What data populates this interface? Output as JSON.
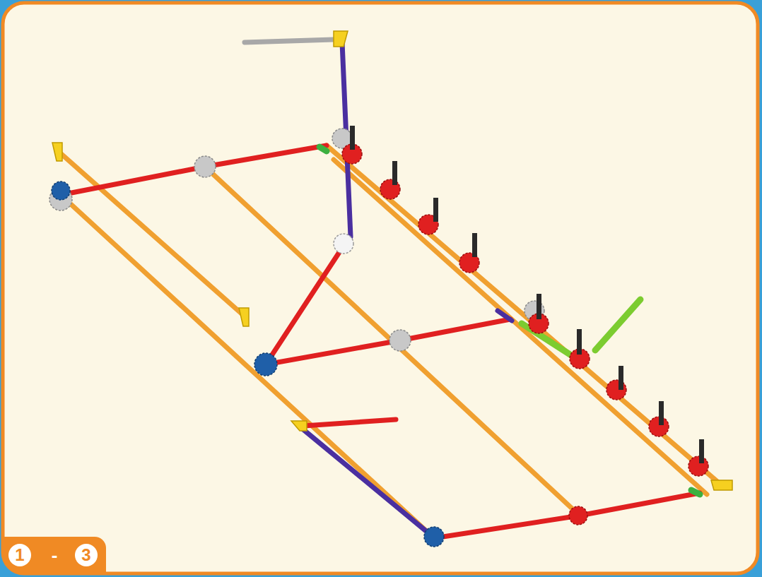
{
  "diagram": {
    "nodes": [
      {
        "text": [
          "-"
        ]
      },
      {
        "text": [
          "1"
        ],
        "in": 0
      },
      {
        "text": [
          "3"
        ],
        "in": 0
      }
    ]
  }
}
